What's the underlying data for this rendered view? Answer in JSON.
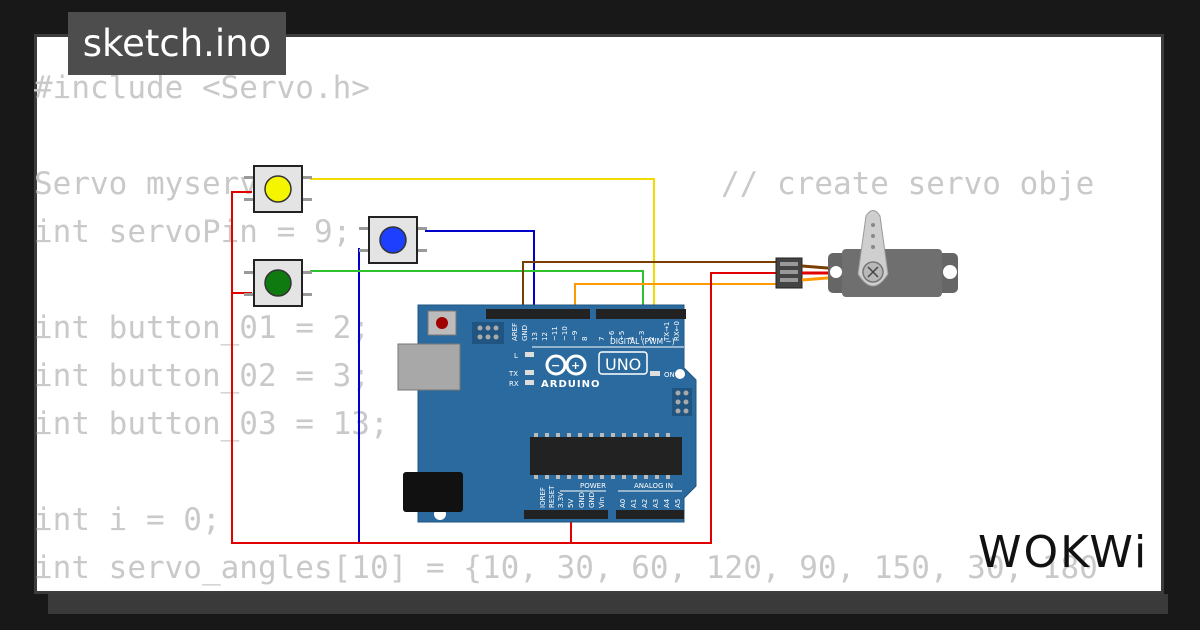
{
  "tab": {
    "filename": "sketch.ino"
  },
  "code_lines": [
    "#include <Servo.h>",
    "",
    "Servo myservo;",
    "int servoPin = 9;",
    "",
    "int button_01 = 2;",
    "int button_02 = 3;",
    "int button_03 = 13;",
    "",
    "int i = 0;",
    "int servo_angles[10] = {10, 30, 60, 120, 90, 150, 30, 180"
  ],
  "code_comment": "// create servo obje",
  "board": {
    "brand": "ARDUINO",
    "model": "UNO",
    "digital_header": "DIGITAL (PWM ~)",
    "power_header": "POWER",
    "analog_header": "ANALOG IN",
    "on_label": "ON",
    "led_l": "L",
    "led_tx": "TX",
    "led_rx": "RX",
    "pins_top": [
      "AREF",
      "GND",
      "13",
      "12",
      "~11",
      "~10",
      "~9",
      "8",
      "7",
      "~6",
      "~5",
      "4",
      "~3",
      "2",
      "TX→1",
      "RX←0"
    ],
    "pins_power": [
      "IOREF",
      "RESET",
      "3.3V",
      "5V",
      "GND",
      "GND",
      "Vin"
    ],
    "pins_analog": [
      "A0",
      "A1",
      "A2",
      "A3",
      "A4",
      "A5"
    ]
  },
  "buttons": [
    {
      "name": "yellow",
      "color": "#f5f500"
    },
    {
      "name": "blue",
      "color": "#1f3fff"
    },
    {
      "name": "green",
      "color": "#0f7a0f"
    }
  ],
  "wire_colors": {
    "yellow": "#f2dc00",
    "blue": "#0000c8",
    "green": "#2ec22e",
    "brown": "#7a3f00",
    "orange": "#ff9900",
    "red": "#e00000"
  },
  "logo": {
    "text": "WOKWi"
  }
}
